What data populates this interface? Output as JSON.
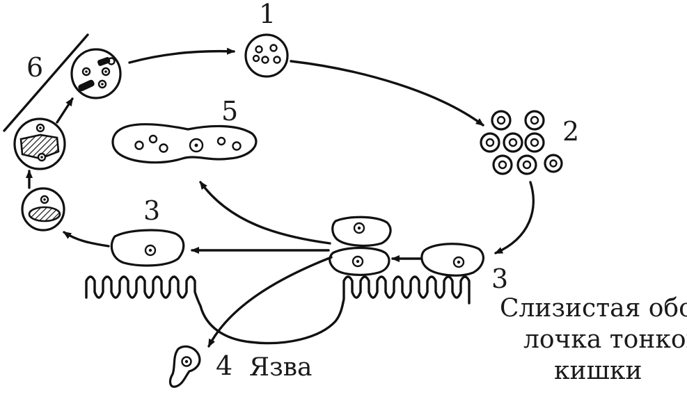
{
  "labels": {
    "stage_1": "1",
    "stage_2": "2",
    "stage_3_top": "3",
    "stage_3_right": "3",
    "stage_4": "4",
    "stage_5": "5",
    "stage_6": "6",
    "ulcer": "Язва",
    "mucosa_line1": "Слизистая обо-",
    "mucosa_line2": "лочка тонкой",
    "mucosa_line3": "кишки"
  },
  "colors": {
    "ink": "#111111",
    "background": "#ffffff"
  }
}
